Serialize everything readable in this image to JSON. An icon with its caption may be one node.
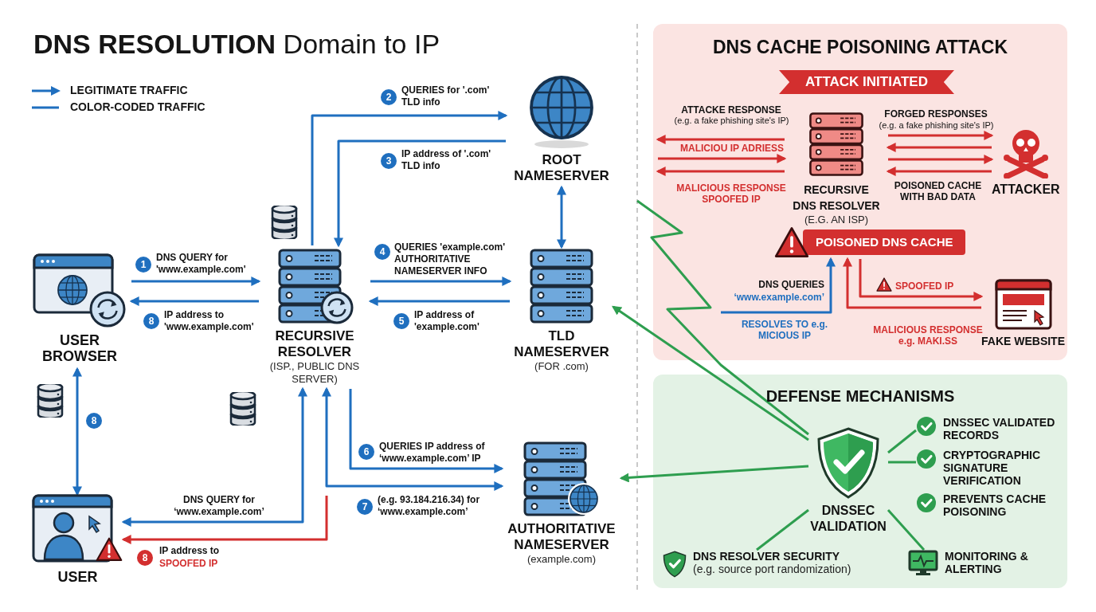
{
  "diagram": {
    "title": "**DNS RESOLUTION** Domain to IP",
    "nodes": [
      {
        "text": [
          "USER BROWSER"
        ]
      },
      {
        "text": [
          "RECURSIVE RESOLVER",
          "(ISP., PUBLIC DNS SERVER)"
        ]
      },
      {
        "text": [
          "ROOT NAMESERVER"
        ]
      },
      {
        "text": [
          "TLD NAMESERVER",
          "(FOR .com)"
        ]
      },
      {
        "text": [
          "AUTHORITATIVE NAMESERVER",
          "(example.com)"
        ]
      },
      {
        "text": [
          "USER"
        ]
      },
      {
        "text": [
          "DNS CACHE POISONING ATTACK"
        ]
      },
      {
        "text": [
          "ATTACK INITIATED"
        ],
        "in": 6
      },
      {
        "text": [
          "RECURSIVE DNS RESOLVER",
          "(E.G. AN ISP)"
        ],
        "in": 6
      },
      {
        "text": [
          "ATTACKER"
        ],
        "in": 6
      },
      {
        "text": [
          "POISONED DNS CACHE"
        ],
        "in": 6
      },
      {
        "text": [
          "FAKE WEBSITE"
        ],
        "in": 6
      },
      {
        "text": [
          "DEFENSE MECHANISMS"
        ]
      },
      {
        "text": [
          "DNSSEC VALIDATION"
        ],
        "in": 12
      },
      {
        "text": [
          "DNSSEC VALIDATED RECORDS"
        ],
        "in": 12
      },
      {
        "text": [
          "CRYPTOGRAPHIC SIGNATURE VERIFICATION"
        ],
        "in": 12
      },
      {
        "text": [
          "PREVENTS CACHE POISONING"
        ],
        "in": 12
      },
      {
        "text": [
          "DNS RESOLVER SECURITY",
          "(e.g. source port randomization)"
        ],
        "in": 12
      },
      {
        "text": [
          "MONITORING & ALERTING"
        ],
        "in": 12
      }
    ],
    "edges": [
      {
        "from": 0,
        "to": 1,
        "arrow": "to",
        "label": "DNS QUERY for 'www.example.com'"
      },
      {
        "from": 1,
        "to": 0,
        "arrow": "to",
        "label": "IP address to 'www.example.com'"
      },
      {
        "from": 1,
        "to": 2,
        "arrow": "to",
        "label": "QUERIES for '.com' TLD info"
      },
      {
        "from": 2,
        "to": 1,
        "arrow": "to",
        "label": "IP address of '.com' TLD info"
      },
      {
        "from": 1,
        "to": 3,
        "arrow": "to",
        "label": "QUERIES 'example.com' AUTHORITATIVE NAMESERVER INFO"
      },
      {
        "from": 3,
        "to": 1,
        "arrow": "to",
        "label": "IP address of 'example.com'"
      },
      {
        "from": 2,
        "to": 3,
        "arrow": "both"
      },
      {
        "from": 1,
        "to": 4,
        "arrow": "to",
        "label": "QUERIES IP address of ‘www.example.com’ IP"
      },
      {
        "from": 0,
        "to": 5,
        "arrow": "both"
      },
      {
        "from": 1,
        "to": 5,
        "arrow": "both",
        "label": "DNS QUERY for ‘www.example.com’"
      },
      {
        "from": null,
        "to": 5,
        "arrow": "to",
        "color": "#d32f2f",
        "label": "IP address to"
      },
      {
        "from": 4,
        "to": 1,
        "arrow": "both",
        "label": "(e.g. 93.184.216.34) for ‘www.example.com’"
      },
      {
        "from": 8,
        "to": null,
        "arrow": "to",
        "color": "#d32f2f"
      },
      {
        "from": null,
        "to": 8,
        "arrow": "to",
        "color": "#d32f2f"
      },
      {
        "from": 8,
        "to": null,
        "arrow": "to",
        "color": "#d32f2f"
      },
      {
        "from": 8,
        "to": 9,
        "arrow": "to",
        "color": "#d32f2f"
      },
      {
        "from": 9,
        "to": 8,
        "arrow": "to",
        "color": "#d32f2f"
      },
      {
        "from": 8,
        "to": 9,
        "arrow": "to",
        "color": "#d32f2f"
      },
      {
        "from": 9,
        "to": 8,
        "arrow": "to",
        "color": "#d32f2f"
      },
      {
        "from": null,
        "to": 10,
        "arrow": "to"
      },
      {
        "from": 10,
        "to": 11,
        "arrow": "to",
        "color": "#d32f2f"
      },
      {
        "from": 11,
        "to": 10,
        "arrow": "to",
        "color": "#d32f2f"
      },
      {
        "from": 13,
        "to": 3,
        "arrow": "to",
        "color": "#2e9e4f"
      },
      {
        "from": 13,
        "to": 4,
        "arrow": "to",
        "color": "#2e9e4f"
      },
      {
        "from": 13,
        "to": null,
        "arrow": "none",
        "color": "#2e9e4f"
      },
      {
        "from": 13,
        "to": 14,
        "arrow": "none",
        "color": "#2e9e4f"
      },
      {
        "from": 13,
        "to": 15,
        "arrow": "none",
        "color": "#2e9e4f"
      },
      {
        "from": 13,
        "to": 17,
        "arrow": "none",
        "color": "#2e9e4f"
      },
      {
        "from": 13,
        "to": 18,
        "arrow": "none",
        "color": "#2e9e4f"
      }
    ],
    "labels": [
      "1",
      "8",
      "2",
      "3",
      "4",
      "5",
      "8",
      "6",
      "7",
      "8",
      "SPOOFED IP",
      "ATTACKE RESPONSE",
      "(e.g. a fake phishing site's IP)",
      "FORGED RESPONSES",
      "(e.g. a fake phishing site's IP)",
      "MALICIOU IP ADRIESS",
      "MALICIOUS RESPONSE SPOOFED IP",
      "POISONED CACHE WITH BAD DATA",
      "DNS QUERIES",
      "‘www.example.com’",
      "SPOOFED IP",
      "RESOLVES TO e.g. MICIOUS IP",
      "MALICIOUS RESPONSE e.g. MAKI.SS"
    ],
    "legend": [
      {
        "text": "LEGITIMATE TRAFFIC"
      },
      {
        "text": "COLOR-CODED TRAFFIC"
      }
    ]
  }
}
